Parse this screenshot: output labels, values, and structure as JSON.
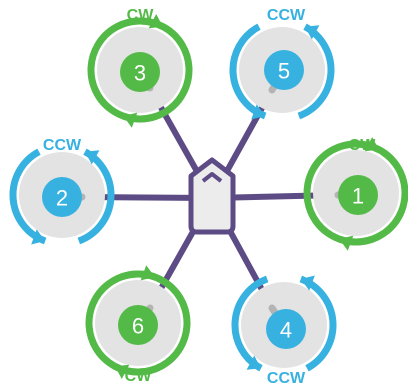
{
  "colors": {
    "cw": "#54ba47",
    "ccw": "#37b1e0",
    "arm": "#5c4b85",
    "prop_disc": "#e3e3e3",
    "prop_shaft": "#b4b4b4",
    "frame_fill": "#ececec"
  },
  "motors": [
    {
      "id": "3",
      "label": "3",
      "direction": "CW"
    },
    {
      "id": "5",
      "label": "5",
      "direction": "CCW"
    },
    {
      "id": "2",
      "label": "2",
      "direction": "CCW"
    },
    {
      "id": "1",
      "label": "1",
      "direction": "CW"
    },
    {
      "id": "6",
      "label": "6",
      "direction": "CW"
    },
    {
      "id": "4",
      "label": "4",
      "direction": "CCW"
    }
  ]
}
